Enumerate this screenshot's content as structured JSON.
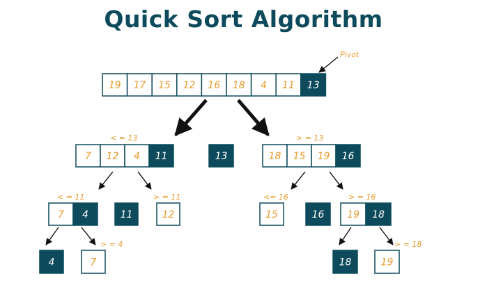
{
  "title": "Quick Sort Algorithm",
  "colors": {
    "title": "#0d4a5c",
    "pivot_fill": "#0d4a5c",
    "number": "#e89a2c",
    "number_on_pivot": "#ffffff",
    "border": "#0d4a5c"
  },
  "pivot_label": "Pivot",
  "arrays": [
    {
      "id": "root",
      "values": [
        "19",
        "17",
        "15",
        "12",
        "16",
        "18",
        "4",
        "11",
        "13"
      ],
      "pivot": [
        8
      ]
    },
    {
      "id": "left-1",
      "values": [
        "7",
        "12",
        "4",
        "11"
      ],
      "pivot": [
        3
      ]
    },
    {
      "id": "center-1",
      "values": [
        "13"
      ],
      "pivot": [
        0
      ]
    },
    {
      "id": "right-1",
      "values": [
        "18",
        "15",
        "19",
        "16"
      ],
      "pivot": [
        3
      ]
    },
    {
      "id": "left-2a",
      "values": [
        "7",
        "4"
      ],
      "pivot": [
        1
      ]
    },
    {
      "id": "left-2b",
      "values": [
        "11"
      ],
      "pivot": [
        0
      ]
    },
    {
      "id": "left-2c",
      "values": [
        "12"
      ],
      "pivot": []
    },
    {
      "id": "right-2a",
      "values": [
        "15"
      ],
      "pivot": []
    },
    {
      "id": "right-2b",
      "values": [
        "16"
      ],
      "pivot": [
        0
      ]
    },
    {
      "id": "right-2c",
      "values": [
        "19",
        "18"
      ],
      "pivot": [
        1
      ]
    },
    {
      "id": "left-3a",
      "values": [
        "4"
      ],
      "pivot": [
        0
      ]
    },
    {
      "id": "left-3b",
      "values": [
        "7"
      ],
      "pivot": []
    },
    {
      "id": "right-3a",
      "values": [
        "18"
      ],
      "pivot": [
        0
      ]
    },
    {
      "id": "right-3b",
      "values": [
        "19"
      ],
      "pivot": []
    }
  ],
  "labels": [
    {
      "id": "left-1",
      "text": "< = 13"
    },
    {
      "id": "right-1",
      "text": "> = 13"
    },
    {
      "id": "left-2a",
      "text": "< = 11"
    },
    {
      "id": "left-2c",
      "text": "> = 11"
    },
    {
      "id": "right-2a",
      "text": "<= 16"
    },
    {
      "id": "right-2c",
      "text": "> = 16"
    },
    {
      "id": "left-3b",
      "text": "> = 4"
    },
    {
      "id": "right-3b",
      "text": "> = 18"
    }
  ]
}
